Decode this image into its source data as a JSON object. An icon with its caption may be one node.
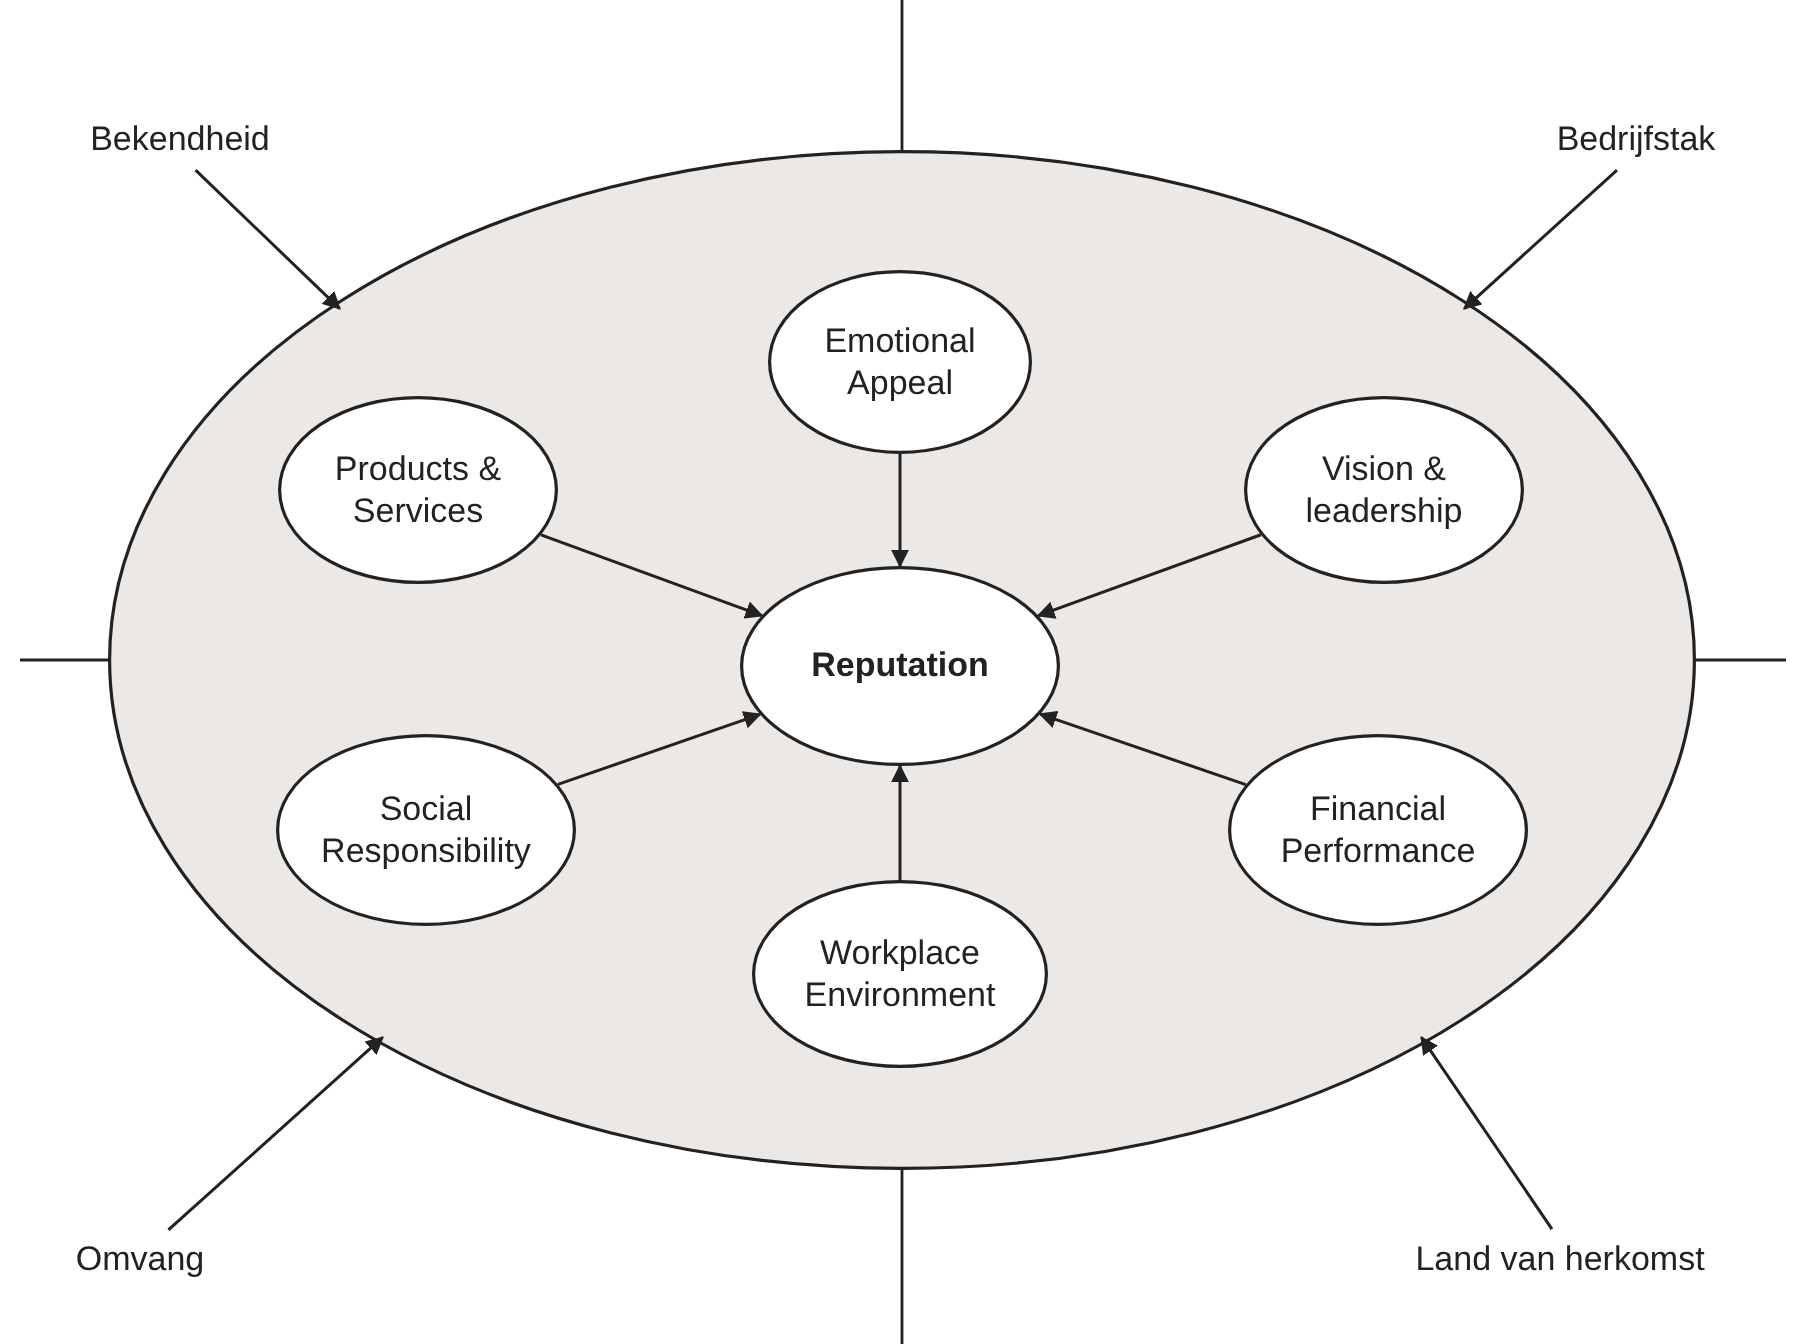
{
  "diagram": {
    "nodes": [
      {
        "text": [
          "Bekendheid"
        ]
      },
      {
        "text": [
          "Bedrijfstak"
        ]
      },
      {
        "text": [],
        "shape": "ellipse"
      },
      {
        "text": [
          "Emotional Appeal"
        ],
        "in": 2
      },
      {
        "text": [
          "Products & Services"
        ],
        "in": 2
      },
      {
        "text": [
          "Vision & leadership"
        ],
        "in": 2
      },
      {
        "text": [
          "Reputation"
        ],
        "in": 2
      },
      {
        "text": [
          "Social Responsibility"
        ],
        "in": 2
      },
      {
        "text": [
          "Financial Performance"
        ],
        "in": 2
      },
      {
        "text": [
          "Workplace Environment"
        ],
        "in": 2
      },
      {
        "text": [
          "Omvang"
        ]
      },
      {
        "text": [
          "Land van herkomst"
        ]
      }
    ],
    "edges": [
      {
        "from": 3,
        "to": 6,
        "arrow": "to"
      },
      {
        "from": 4,
        "to": 6,
        "arrow": "to"
      },
      {
        "from": 5,
        "to": 6,
        "arrow": "to"
      },
      {
        "from": 7,
        "to": 6,
        "arrow": "to"
      },
      {
        "from": 8,
        "to": 6,
        "arrow": "to"
      },
      {
        "from": 9,
        "to": 6,
        "arrow": "to"
      },
      {
        "from": 0,
        "to": 2,
        "arrow": "to"
      },
      {
        "from": 1,
        "to": 2,
        "arrow": "to"
      },
      {
        "from": 10,
        "to": 2,
        "arrow": "to"
      },
      {
        "from": 11,
        "to": 2,
        "arrow": "to"
      }
    ]
  }
}
